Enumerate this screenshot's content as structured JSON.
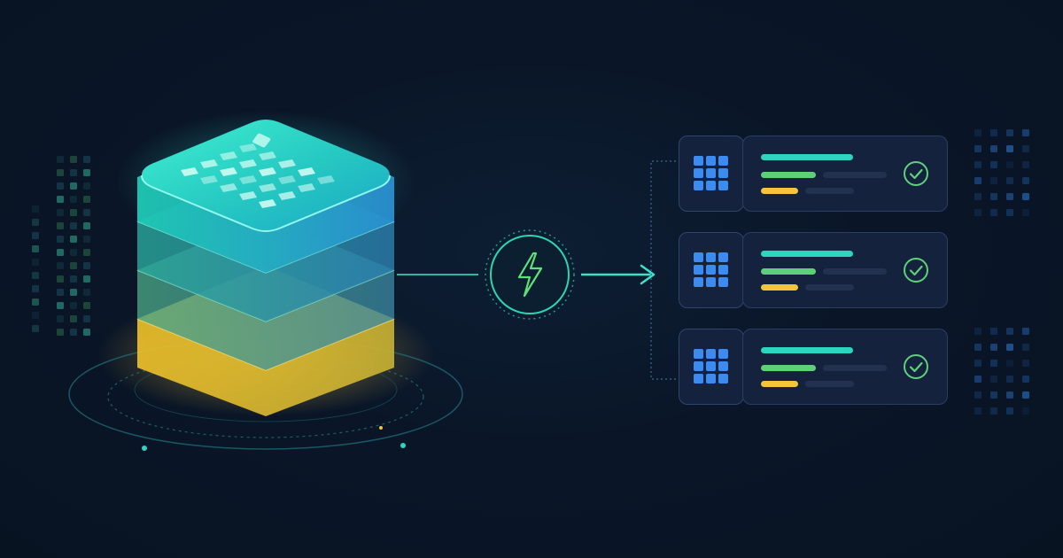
{
  "colors": {
    "background": "#0a1628",
    "teal": "#2fd4c0",
    "green": "#5fd07a",
    "yellow": "#f2c53a",
    "blue_tile": "#3b8bf0",
    "card_border": "#2a3d63"
  },
  "icons": {
    "hub": "lightning-bolt-icon",
    "tile": "grid-icon",
    "status": "check-circle-icon"
  },
  "output_cards": [
    {
      "status": "success"
    },
    {
      "status": "success"
    },
    {
      "status": "success"
    }
  ]
}
